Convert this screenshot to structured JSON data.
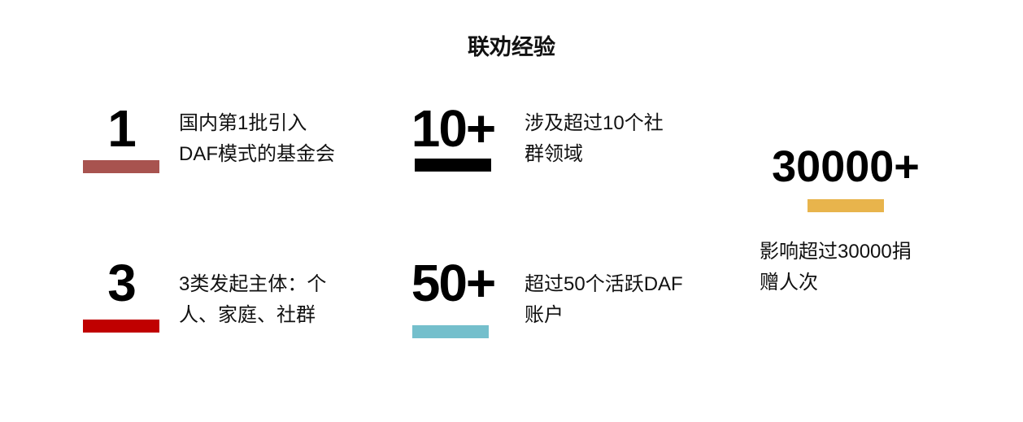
{
  "title": "联劝经验",
  "stats": [
    {
      "value": "1",
      "lines": [
        "国内第1批引入",
        "DAF模式的基金会"
      ],
      "color": "#a8534f"
    },
    {
      "value": "10+",
      "lines": [
        "涉及超过10个社",
        "群领域"
      ],
      "color": "#000000"
    },
    {
      "value": "30000+",
      "lines": [
        "影响超过30000捐",
        "赠人次"
      ],
      "color": "#e8b44c"
    },
    {
      "value": "3",
      "lines": [
        "3类发起主体：个",
        "人、家庭、社群"
      ],
      "color": "#c00000"
    },
    {
      "value": "50+",
      "lines": [
        "超过50个活跃DAF",
        "账户"
      ],
      "color": "#74bfcc"
    }
  ]
}
